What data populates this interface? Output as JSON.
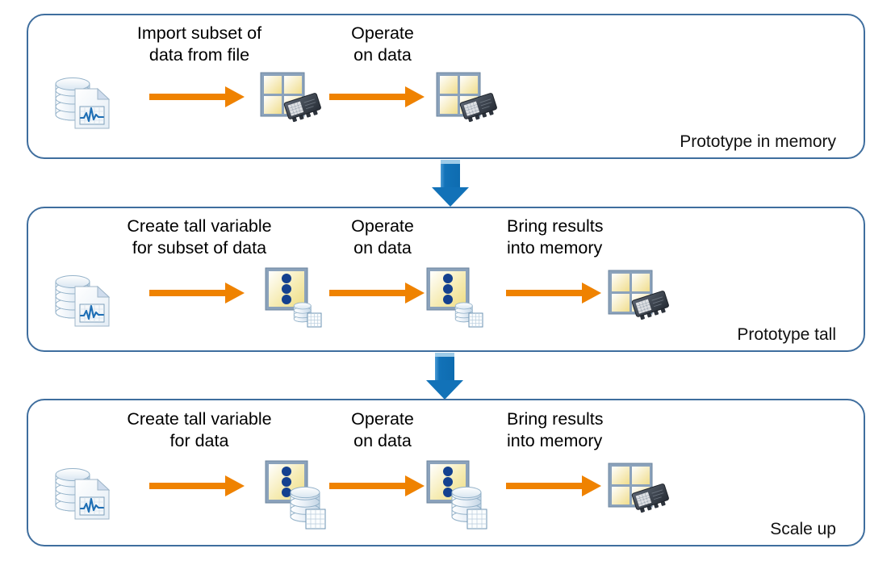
{
  "diagram": {
    "title": "Tall array workflow: prototype in memory, prototype tall, scale up",
    "colors": {
      "panel_border": "#3f6e9e",
      "flow_arrow_orange": "#ef8200",
      "connector_arrow_blue": "#1272b8",
      "matrix_yellow": "#f4e9a6",
      "chip_dark": "#3c4450",
      "datastore_blue": "#c8dced",
      "text": "#000000"
    },
    "panels": [
      {
        "id": "prototype-in-memory",
        "caption": "Prototype in memory",
        "steps": [
          {
            "line1": "Import subset of",
            "line2": "data from file"
          },
          {
            "line1": "Operate",
            "line2": "on data"
          }
        ],
        "icons": [
          {
            "name": "datastore-file-icon",
            "label": "data store with file"
          },
          {
            "name": "in-memory-matrix-icon",
            "label": "matrix in memory"
          },
          {
            "name": "in-memory-matrix-icon",
            "label": "matrix in memory"
          }
        ]
      },
      {
        "id": "prototype-tall",
        "caption": "Prototype tall",
        "steps": [
          {
            "line1": "Create tall variable",
            "line2": "for subset of data"
          },
          {
            "line1": "Operate",
            "line2": "on data"
          },
          {
            "line1": "Bring results",
            "line2": "into memory"
          }
        ],
        "icons": [
          {
            "name": "datastore-file-icon",
            "label": "data store with file"
          },
          {
            "name": "tall-variable-subset-icon",
            "label": "tall variable for subset of data"
          },
          {
            "name": "tall-variable-subset-icon",
            "label": "tall variable for subset of data"
          },
          {
            "name": "in-memory-matrix-icon",
            "label": "matrix in memory"
          }
        ]
      },
      {
        "id": "scale-up",
        "caption": "Scale up",
        "steps": [
          {
            "line1": "Create tall variable",
            "line2": "for data"
          },
          {
            "line1": "Operate",
            "line2": "on data"
          },
          {
            "line1": "Bring results",
            "line2": "into memory"
          }
        ],
        "icons": [
          {
            "name": "datastore-file-icon",
            "label": "data store with file"
          },
          {
            "name": "tall-variable-full-icon",
            "label": "tall variable for full data"
          },
          {
            "name": "tall-variable-full-icon",
            "label": "tall variable for full data"
          },
          {
            "name": "in-memory-matrix-icon",
            "label": "matrix in memory"
          }
        ]
      }
    ],
    "connectors": [
      {
        "name": "connector-prototype-memory-to-tall",
        "direction": "down"
      },
      {
        "name": "connector-tall-to-scale-up",
        "direction": "down"
      }
    ]
  }
}
